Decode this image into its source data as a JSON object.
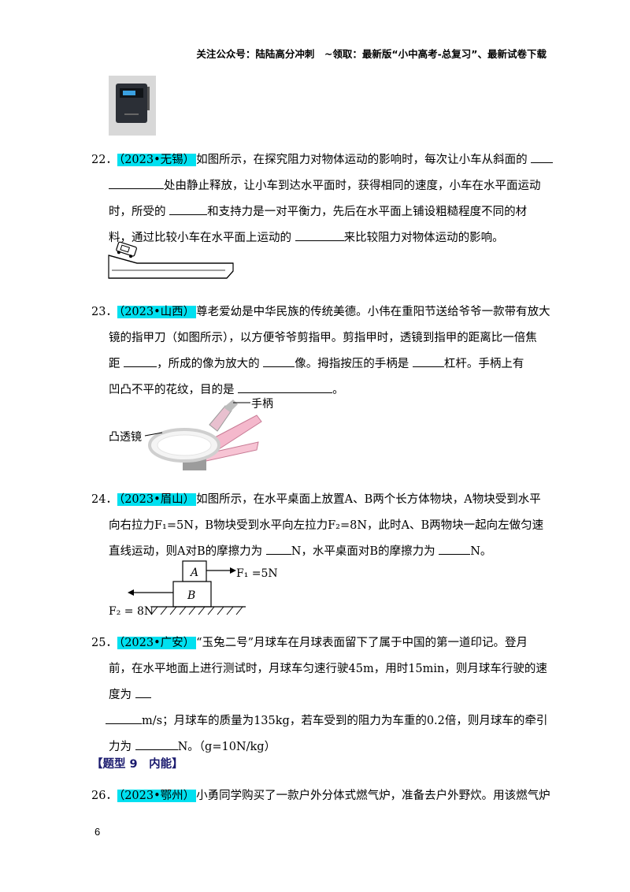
{
  "header": "关注公众号：陆陆高分冲刺　~领取：最新版“小中高考-总复习”、最新试卷下载",
  "q22": {
    "num": "22．",
    "tag": "（2023•无锡）",
    "t1": "如图所示，在探究阻力对物体运动的影响时，每次让小车从斜面的",
    "t2": "处由静止释放，让小车到达水平面时，获得相同的速度，小车在水平面运动",
    "t3a": "时，所受的",
    "t3b": "和支持力是一对平衡力，先后在水平面上铺设粗糙程度不同的材",
    "t4a": "料，通过比较小车在水平面上运动的",
    "t4b": "来比较阻力对物体运动的影响。"
  },
  "q23": {
    "num": "23．",
    "tag": "（2023•山西）",
    "t1": "尊老爱幼是中华民族的传统美德。小伟在重阳节送给爷爷一款带有放大",
    "t2": "镜的指甲刀（如图所示），以方便爷爷剪指甲。剪指甲时，透镜到指甲的距离比一倍焦",
    "t3a": "距",
    "t3b": "，所成的像为放大的",
    "t3c": "像。拇指按压的手柄是",
    "t3d": "杠杆。手柄上有",
    "t4a": "凹凸不平的花纹，目的是",
    "t4b": "。",
    "label_handle": "手柄",
    "label_lens": "凸透镜"
  },
  "q24": {
    "num": "24．",
    "tag": "（2023•眉山）",
    "t1": "如图所示，在水平桌面上放置A、B两个长方体物块，A物块受到水平",
    "t2": "向右拉力F₁=5N，B物块受到水平向左拉力F₂=8N，此时A、B两物块一起向左做匀速",
    "t3a": "直线运动，则A对B的摩擦力为",
    "t3b": "N，水平桌面对B的摩擦力为",
    "t3c": "N。",
    "label_A": "A",
    "label_B": "B",
    "label_F1": "F₁ =5N",
    "label_F2": "F₂ = 8N"
  },
  "q25": {
    "num": "25．",
    "tag": "（2023•广安）",
    "t1": "“玉兔二号”月球车在月球表面留下了属于中国的第一道印记。登月",
    "t2": "前，在水平地面上进行测试时，月球车匀速行驶45m，用时15min，则月球车行驶的速",
    "t3": "度为",
    "t4": "m/s；月球车的质量为135kg，若车受到的阻力为车重的0.2倍，则月球车的牵引",
    "t5a": "力为",
    "t5b": "N。（g=10N/kg）"
  },
  "section": "【题型 9　内能】",
  "q26": {
    "num": "26．",
    "tag": "（2023•鄂州）",
    "t1": "小勇同学购买了一款户外分体式燃气炉，准备去户外野炊。用该燃气炉"
  },
  "page_number": "6"
}
